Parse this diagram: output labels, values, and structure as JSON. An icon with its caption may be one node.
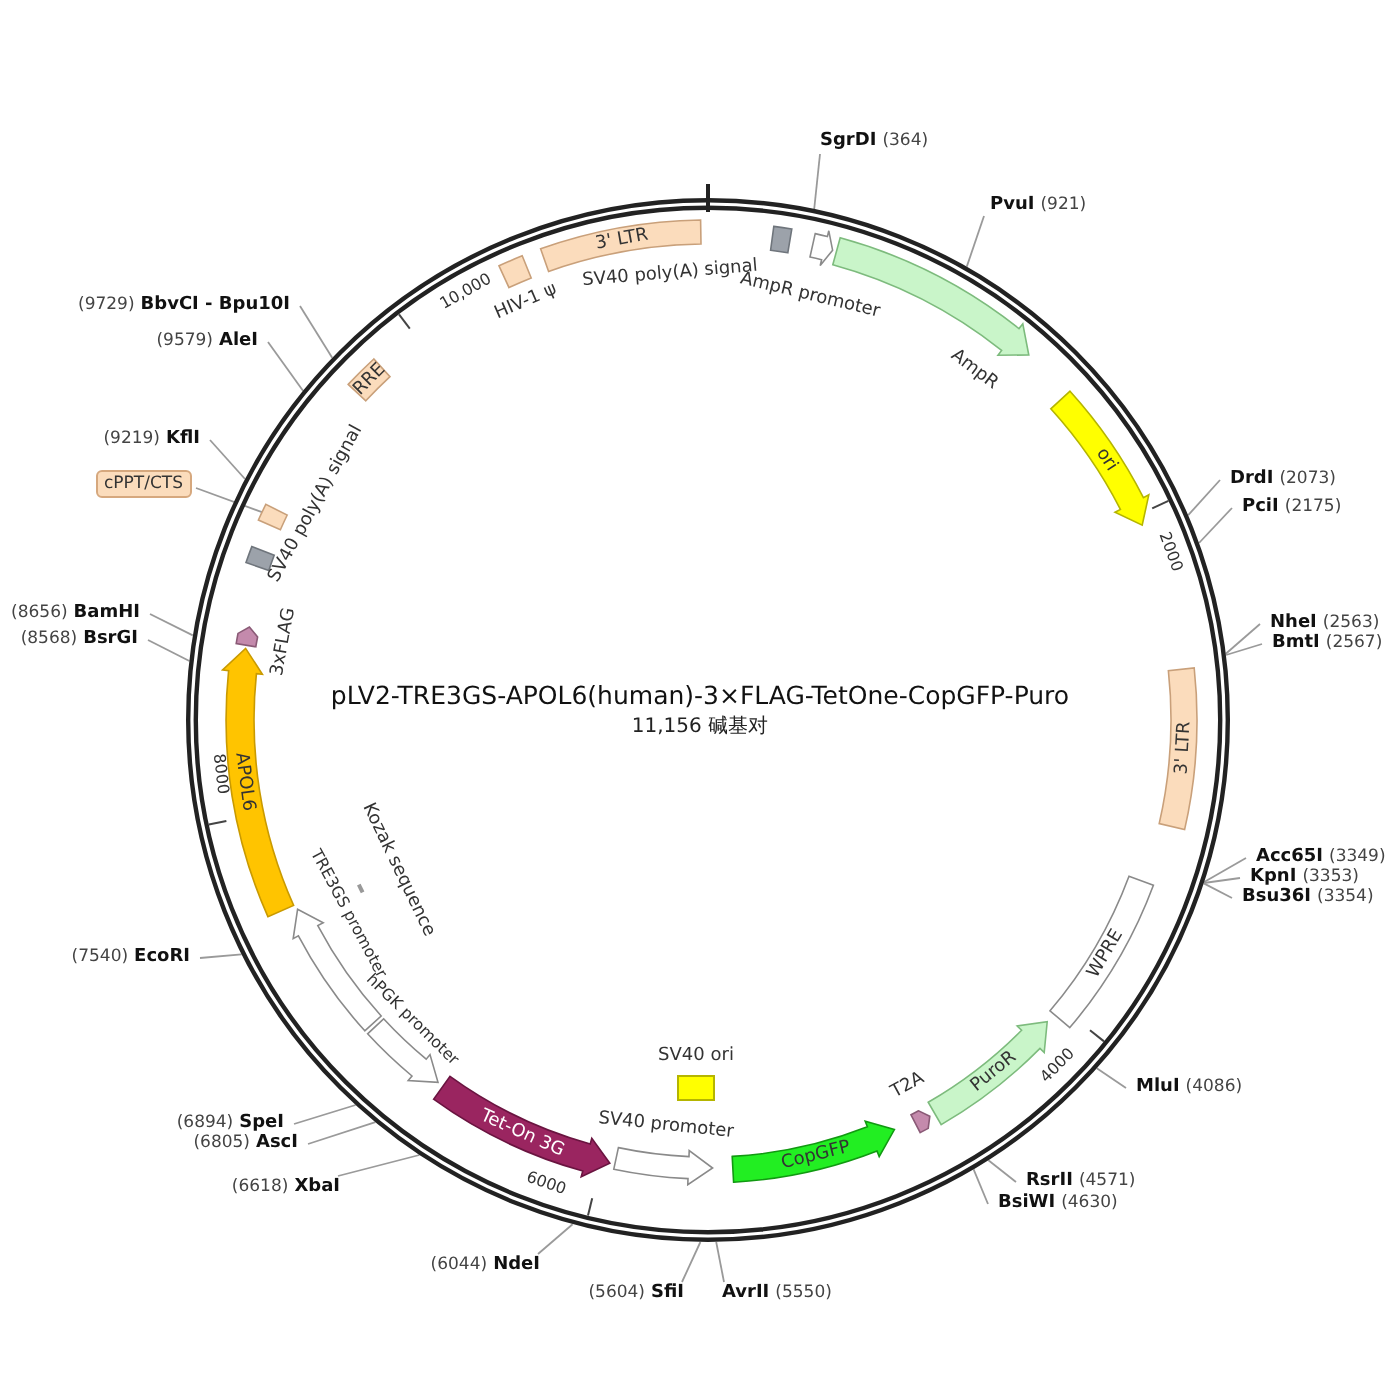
{
  "diagram": {
    "title": "pLV2-TRE3GS-APOL6(human)-3×FLAG-TetOne-CopGFP-Puro",
    "nodes": [
      {
        "text": [],
        "shape": "circle"
      },
      {
        "text": [
          "SgrDI",
          "(364)"
        ]
      },
      {
        "text": [
          "PvuI",
          "(921)"
        ]
      },
      {
        "text": [
          "DrdI",
          "(2073)"
        ]
      },
      {
        "text": [
          "PciI",
          "(2175)"
        ]
      },
      {
        "text": [
          "NheI",
          "(2563)"
        ]
      },
      {
        "text": [
          "BmtI",
          "(2567)"
        ]
      },
      {
        "text": [
          "Acc65I",
          "(3349)"
        ]
      },
      {
        "text": [
          "KpnI",
          "(3353)"
        ]
      },
      {
        "text": [
          "Bsu36I",
          "(3354)"
        ]
      },
      {
        "text": [
          "MluI",
          "(4086)"
        ]
      },
      {
        "text": [
          "RsrII",
          "(4571)"
        ]
      },
      {
        "text": [
          "BsiWI",
          "(4630)"
        ]
      },
      {
        "text": [
          "AvrII",
          "(5550)"
        ]
      },
      {
        "text": [
          "(5604)",
          "SfiI"
        ]
      },
      {
        "text": [
          "(6044)",
          "NdeI"
        ]
      },
      {
        "text": [
          "(6618)",
          "XbaI"
        ]
      },
      {
        "text": [
          "(6805)",
          "AscI"
        ]
      },
      {
        "text": [
          "(6894)",
          "SpeI"
        ]
      },
      {
        "text": [
          "(7540)",
          "EcoRI"
        ]
      },
      {
        "text": [
          "(8568)",
          "BsrGI"
        ]
      },
      {
        "text": [
          "(8656)",
          "BamHI"
        ]
      },
      {
        "text": [
          "(9219)",
          "KflI"
        ]
      },
      {
        "text": [
          "(9579)",
          "AleI"
        ]
      },
      {
        "text": [
          "(9729)",
          "BbvCI - Bpu10I"
        ]
      },
      {
        "text": [
          "3' LTR"
        ],
        "in": 0
      },
      {
        "text": [
          "HIV-1 ψ"
        ],
        "in": 0
      },
      {
        "text": [
          "SV40 poly(A) signal"
        ],
        "in": 0
      },
      {
        "text": [
          "AmpR promoter"
        ],
        "in": 0
      },
      {
        "text": [
          "AmpR"
        ],
        "in": 0
      },
      {
        "text": [
          "ori"
        ],
        "in": 0
      },
      {
        "text": [
          "3' LTR"
        ],
        "in": 0
      },
      {
        "text": [
          "WPRE"
        ],
        "in": 0
      },
      {
        "text": [
          "PuroR"
        ],
        "in": 0
      },
      {
        "text": [
          "T2A"
        ],
        "in": 0
      },
      {
        "text": [
          "CopGFP"
        ],
        "in": 0
      },
      {
        "text": [
          "SV40 ori"
        ],
        "in": 0
      },
      {
        "text": [
          "SV40 promoter"
        ],
        "in": 0
      },
      {
        "text": [
          "Tet-On 3G"
        ],
        "in": 0
      },
      {
        "text": [
          "hPGK promoter"
        ],
        "in": 0
      },
      {
        "text": [
          "TRE3GS promoter"
        ],
        "in": 0
      },
      {
        "text": [
          "Kozak sequence"
        ],
        "in": 0
      },
      {
        "text": [
          "APOL6"
        ],
        "in": 0
      },
      {
        "text": [
          "3xFLAG"
        ],
        "in": 0
      },
      {
        "text": [
          "SV40 poly(A) signal"
        ],
        "in": 0
      },
      {
        "text": [
          "cPPT/CTS"
        ]
      },
      {
        "text": [],
        "shape": "box",
        "in": 0
      },
      {
        "text": [
          "RRE"
        ],
        "in": 0
      }
    ],
    "edges": [
      {
        "from": 1,
        "to": 0,
        "arrow": "none"
      },
      {
        "from": 2,
        "to": 0,
        "arrow": "none"
      },
      {
        "from": 3,
        "to": 0,
        "arrow": "none"
      },
      {
        "from": 4,
        "to": 0,
        "arrow": "none"
      },
      {
        "from": 5,
        "to": 0,
        "arrow": "none"
      },
      {
        "from": 6,
        "to": 0,
        "arrow": "none"
      },
      {
        "from": 7,
        "to": 0,
        "arrow": "none"
      },
      {
        "from": 8,
        "to": 0,
        "arrow": "none"
      },
      {
        "from": 9,
        "to": 0,
        "arrow": "none"
      },
      {
        "from": 10,
        "to": 0,
        "arrow": "none"
      },
      {
        "from": 11,
        "to": 0,
        "arrow": "none"
      },
      {
        "from": 12,
        "to": 0,
        "arrow": "none"
      },
      {
        "from": 13,
        "to": 0,
        "arrow": "none"
      },
      {
        "from": 14,
        "to": 0,
        "arrow": "none"
      },
      {
        "from": 15,
        "to": 0,
        "arrow": "none"
      },
      {
        "from": 16,
        "to": 0,
        "arrow": "none"
      },
      {
        "from": 17,
        "to": 0,
        "arrow": "none"
      },
      {
        "from": 18,
        "to": 0,
        "arrow": "none"
      },
      {
        "from": 19,
        "to": 0,
        "arrow": "none"
      },
      {
        "from": 20,
        "to": 0,
        "arrow": "none"
      },
      {
        "from": 21,
        "to": 0,
        "arrow": "none"
      },
      {
        "from": 22,
        "to": 0,
        "arrow": "none"
      },
      {
        "from": 23,
        "to": 0,
        "arrow": "none"
      },
      {
        "from": 24,
        "to": 0,
        "arrow": "none"
      },
      {
        "from": 45,
        "to": 46,
        "arrow": "none"
      }
    ],
    "labels": [
      "2000",
      "4000",
      "6000",
      "8000",
      "10,000",
      "11,156 碱基对"
    ]
  }
}
